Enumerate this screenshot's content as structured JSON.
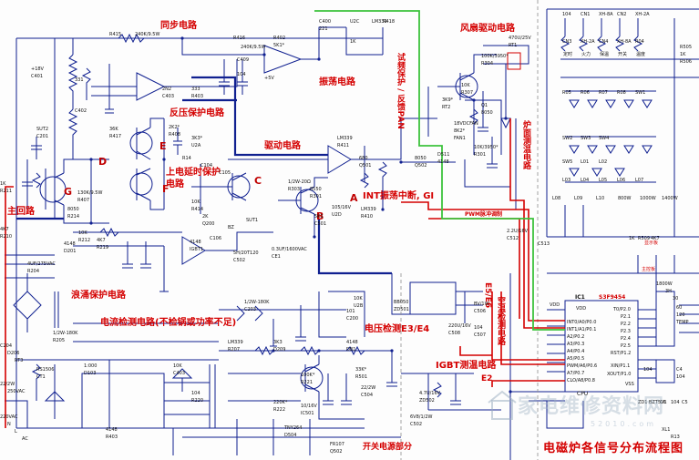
{
  "colors": {
    "blue_wire": "#102090",
    "red_wire": "#d40000",
    "green_wire": "#3cc23c",
    "label_red": "#d40000"
  },
  "circuit_labels": {
    "sync": "同步电路",
    "oscillator": "振荡电路",
    "fan_drive": "风扇驱动电路",
    "feedback_protect": "反压保护电路",
    "drive": "驱动电路",
    "power_on_delay": "上电延时保护电路",
    "main_loop": "主回路",
    "int_oscillation": "INT振荡中断, GI",
    "pwm_adjust": "PWM脉冲调制",
    "surge_protect": "浪涌保护电路",
    "current_detect": "电流检测电路(不检锅或功率不足)",
    "voltage_detect": "电压检测E3/E4",
    "temp_detect": "空温检测电路",
    "temp_detect_code": "E5/E6",
    "igbt_temp": "IGBT测温电路",
    "igbt_temp_code": "E2",
    "switch_psu": "开关电源部分",
    "sync_feedback": "试频保护 / 反馈PAN",
    "pan_temp": "炉面测温电路",
    "display_board": "显示板",
    "main_board": "主控板"
  },
  "node_letters": [
    "A",
    "B",
    "C",
    "D",
    "E",
    "F",
    "G"
  ],
  "ic": {
    "ref": "IC1",
    "part": "S3F9454",
    "cpu": "CPU",
    "vdd": "VDD",
    "vss": "VSS"
  },
  "ic_pins": [
    "VDD",
    "INT0/A0/P0.0",
    "INT1/A1/P0.1",
    "A2/P0.2",
    "A3/P0.3",
    "A4/P0.4",
    "A5/P0.5",
    "PWM/A6/P0.6",
    "A7/P0.7",
    "CLO/A8/P0.8"
  ],
  "ic_pins_right": [
    "T0/P2.0",
    "P2.1",
    "P2.2",
    "P2.3",
    "P2.4",
    "P2.5",
    "RST/P1.2",
    "XIN/P1.1",
    "XOUT/P1.0"
  ],
  "components": [
    "R415",
    "240K/9.5W",
    "R416",
    "240K/9.5W",
    "R402",
    "5K1*",
    "C400",
    "221",
    "U2C",
    "LM339",
    "R418",
    "1K",
    "C409",
    "104",
    "+5V",
    "+18V",
    "C401",
    "331",
    "C402",
    "2N2",
    "C403",
    "333",
    "R403",
    "36K",
    "R417",
    "130K/9.5W",
    "R407",
    "2K2*",
    "R408",
    "3K3*",
    "U2A",
    "LM339",
    "R411",
    "680",
    "Q501",
    "8050",
    "Q502",
    "8550",
    "R301",
    "1/2W-20Ω",
    "R303",
    "5K1",
    "C501",
    "105/16V",
    "U2D",
    "LM339",
    "R410",
    "10K",
    "R414",
    "2K",
    "Q200",
    "8050",
    "R214",
    "1K",
    "R211",
    "4K7",
    "R210",
    "10K",
    "R212",
    "4K7",
    "R219",
    "4148",
    "D201",
    "4148",
    "IGBT1",
    "5H/20T120",
    "C502",
    "0.3UF/1600VAC",
    "CE1",
    "4UF/275VAC",
    "R204",
    "1/2W-180K",
    "R205",
    "1/2W-180K",
    "C203",
    "101",
    "C200",
    "10K",
    "U2B",
    "LM339",
    "R207",
    "3K3",
    "D209",
    "4148",
    "DB1",
    "RS1506",
    "CT1",
    "1:000",
    "D103",
    "4148",
    "R403",
    "10K",
    "C403",
    "104",
    "R220",
    "100K*",
    "R221",
    "220K*",
    "R222",
    "33K*",
    "R501",
    "22/2W",
    "C504",
    "10/16V",
    "IC501",
    "TNY264",
    "D504",
    "FR107",
    "Q502",
    "BB050",
    "ZD501",
    "BV/1W",
    "C506",
    "220U/16V",
    "C508",
    "104",
    "C507",
    "4.7U/16V",
    "ZD502",
    "6V8/1/2W",
    "C502",
    "470U/25V",
    "RT1",
    "100K/3950*",
    "R304",
    "10K",
    "R307",
    "3K9*",
    "RT2",
    "10K/3950*",
    "R301",
    "8K2*",
    "FAN1",
    "18VDCFAN",
    "D511",
    "4148",
    "Q1",
    "8050",
    "R505",
    "1K",
    "R506",
    "1K",
    "R509",
    "4K7",
    "C513",
    "2.2U/16V",
    "C512",
    "104",
    "CN1",
    "XH-8A",
    "CN2",
    "XH-2A",
    "CN3",
    "XH-2A",
    "CN4",
    "XH-8A",
    "R04",
    "R05",
    "R06",
    "R07",
    "R08",
    "SW1",
    "SW2",
    "SW3",
    "SW4",
    "SW5",
    "L01",
    "L02",
    "L03",
    "L04",
    "L05",
    "L06",
    "L07",
    "L08",
    "L09",
    "L10",
    "800W",
    "1000W",
    "1400W",
    "1800W",
    "3H",
    "30",
    "60",
    "120",
    "TEMP",
    "ZD1",
    "BZT5V1",
    "C6",
    "104",
    "C5",
    "104",
    "C4",
    "104",
    "XL1",
    "R13",
    "R14",
    "C104",
    "C105",
    "C106",
    "BZ",
    "SUT1",
    "SUT2",
    "C201",
    "C204",
    "D206",
    "RT3",
    "22/2W",
    "250VAC",
    "220VAC",
    "N",
    "L",
    "AC"
  ],
  "function_texts": [
    "定时",
    "火力",
    "保温",
    "开关",
    "温度"
  ],
  "watermark": {
    "text": "家电维修资料网",
    "url": "52010.com",
    "char": "修"
  },
  "title": "电磁炉各信号分布流程图"
}
